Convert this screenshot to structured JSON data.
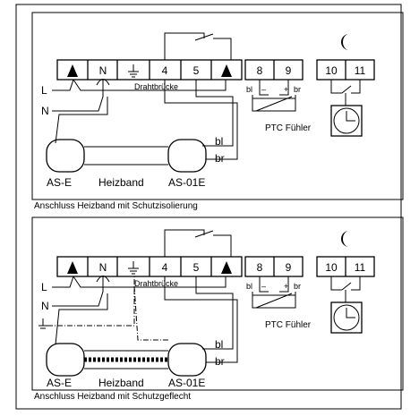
{
  "diagram1": {
    "terminals": [
      "N",
      "4",
      "5"
    ],
    "sensor_terminals": [
      "8",
      "9"
    ],
    "timer_terminals": [
      "10",
      "11"
    ],
    "bridge_label": "Drahtbrücke",
    "line_L": "L",
    "line_N": "N",
    "wire_bl": "bl",
    "wire_br": "br",
    "sensor_bl": "bl",
    "sensor_minus": "–",
    "sensor_plus": "+",
    "sensor_br": "br",
    "sensor_label": "PTC Fühler",
    "end_left": "AS-E",
    "cable_label": "Heizband",
    "end_right": "AS-01E",
    "caption": "Anschluss Heizband mit Schutzisolierung"
  },
  "diagram2": {
    "terminals": [
      "N",
      "4",
      "5"
    ],
    "sensor_terminals": [
      "8",
      "9"
    ],
    "timer_terminals": [
      "10",
      "11"
    ],
    "bridge_label": "Drahtbrücke",
    "line_L": "L",
    "line_N": "N",
    "wire_bl": "bl",
    "wire_br": "br",
    "sensor_bl": "bl",
    "sensor_minus": "–",
    "sensor_plus": "+",
    "sensor_br": "br",
    "sensor_label": "PTC Fühler",
    "end_left": "AS-E",
    "cable_label": "Heizband",
    "end_right": "AS-01E",
    "caption": "Anschluss Heizband mit Schutzgeflecht"
  },
  "icons": {
    "moon": "crescent-moon-icon",
    "ground": "ground-icon",
    "phase": "phase-triangle-icon",
    "clock": "timer-clock-icon",
    "ptc": "ptc-resistor-icon"
  }
}
